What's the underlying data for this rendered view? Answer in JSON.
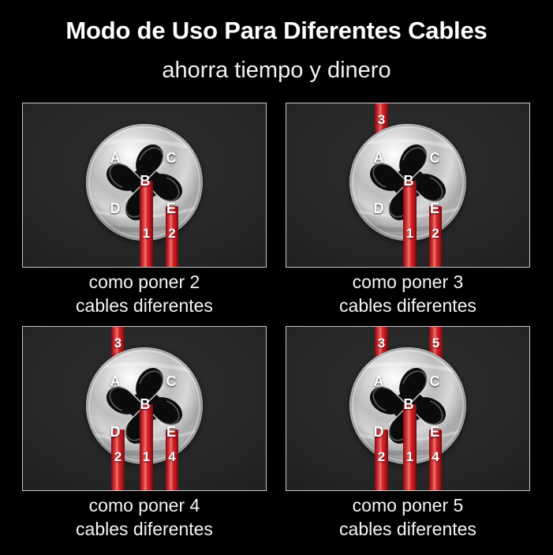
{
  "header": {
    "title": "Modo de Uso Para Diferentes Cables",
    "subtitle": "ahorra tiempo y dinero"
  },
  "colors": {
    "background": "#000000",
    "panel_background": "#262626",
    "panel_border": "#c9c9c9",
    "cable_red": "#d52229",
    "cable_highlight": "#ef7a74",
    "cable_shadow": "#7d0d13",
    "metal_light": "#f0f0f0",
    "metal_mid": "#bdbdbd",
    "metal_dark": "#6d6d6d",
    "label_text": "#ffffff",
    "caption_text": "#f5f5f5"
  },
  "lobes": {
    "a": "A",
    "b": "B",
    "c": "C",
    "d": "D",
    "e": "E"
  },
  "panels": [
    {
      "id": "panel-2-cables",
      "caption_line1": "como poner 2",
      "caption_line2": "cables diferentes",
      "cables": [
        {
          "number": "1",
          "slot": "B",
          "direction": "down"
        },
        {
          "number": "2",
          "slot": "E",
          "direction": "down"
        }
      ]
    },
    {
      "id": "panel-3-cables",
      "caption_line1": "como poner 3",
      "caption_line2": "cables diferentes",
      "cables": [
        {
          "number": "3",
          "slot": "A",
          "direction": "up"
        },
        {
          "number": "1",
          "slot": "B",
          "direction": "down"
        },
        {
          "number": "2",
          "slot": "E",
          "direction": "down"
        }
      ]
    },
    {
      "id": "panel-4-cables",
      "caption_line1": "como poner 4",
      "caption_line2": "cables diferentes",
      "cables": [
        {
          "number": "3",
          "slot": "A",
          "direction": "up"
        },
        {
          "number": "2",
          "slot": "D",
          "direction": "down"
        },
        {
          "number": "1",
          "slot": "B",
          "direction": "down"
        },
        {
          "number": "4",
          "slot": "E",
          "direction": "down"
        }
      ]
    },
    {
      "id": "panel-5-cables",
      "caption_line1": "como poner 5",
      "caption_line2": "cables diferentes",
      "cables": [
        {
          "number": "3",
          "slot": "A",
          "direction": "up"
        },
        {
          "number": "5",
          "slot": "C",
          "direction": "up"
        },
        {
          "number": "2",
          "slot": "D",
          "direction": "down"
        },
        {
          "number": "1",
          "slot": "B",
          "direction": "down"
        },
        {
          "number": "4",
          "slot": "E",
          "direction": "down"
        }
      ]
    }
  ]
}
